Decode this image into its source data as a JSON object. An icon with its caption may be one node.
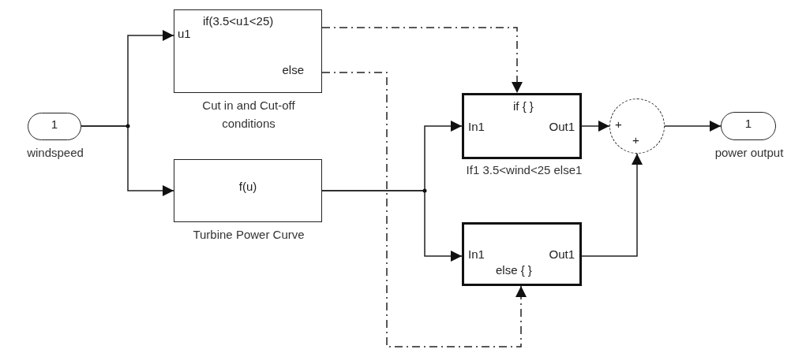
{
  "diagram": {
    "nodes": [
      {
        "text": [
          "1"
        ],
        "beside": [
          "windspeed"
        ]
      },
      {
        "text": [
          "if(3.5<u1<25)",
          "u1",
          "else"
        ],
        "beside": [
          "Cut in and Cut-off conditions"
        ]
      },
      {
        "text": [
          "f(u)"
        ],
        "beside": [
          "Turbine Power Curve"
        ]
      },
      {
        "text": [
          "if { }",
          "In1",
          "Out1"
        ],
        "beside": [
          "If1 3.5<wind<25 else1"
        ]
      },
      {
        "text": [
          "In1",
          "Out1",
          "else { }"
        ]
      },
      {
        "text": [
          "+",
          "+"
        ]
      },
      {
        "text": [
          "1"
        ],
        "beside": [
          "power output"
        ]
      }
    ],
    "edges": [
      {
        "from": 0,
        "to": 1,
        "arrow": "to"
      },
      {
        "from": 0,
        "to": 2,
        "arrow": "to"
      },
      {
        "from": 2,
        "to": 3,
        "arrow": "to"
      },
      {
        "from": 2,
        "to": 4,
        "arrow": "to"
      },
      {
        "from": 1,
        "to": 3,
        "arrow": "to",
        "style": "dashed"
      },
      {
        "from": 1,
        "to": 4,
        "arrow": "to",
        "style": "dashed"
      },
      {
        "from": 3,
        "to": 5,
        "arrow": "to"
      },
      {
        "from": 4,
        "to": 5,
        "arrow": "to"
      },
      {
        "from": 5,
        "to": 6,
        "arrow": "to"
      }
    ]
  }
}
